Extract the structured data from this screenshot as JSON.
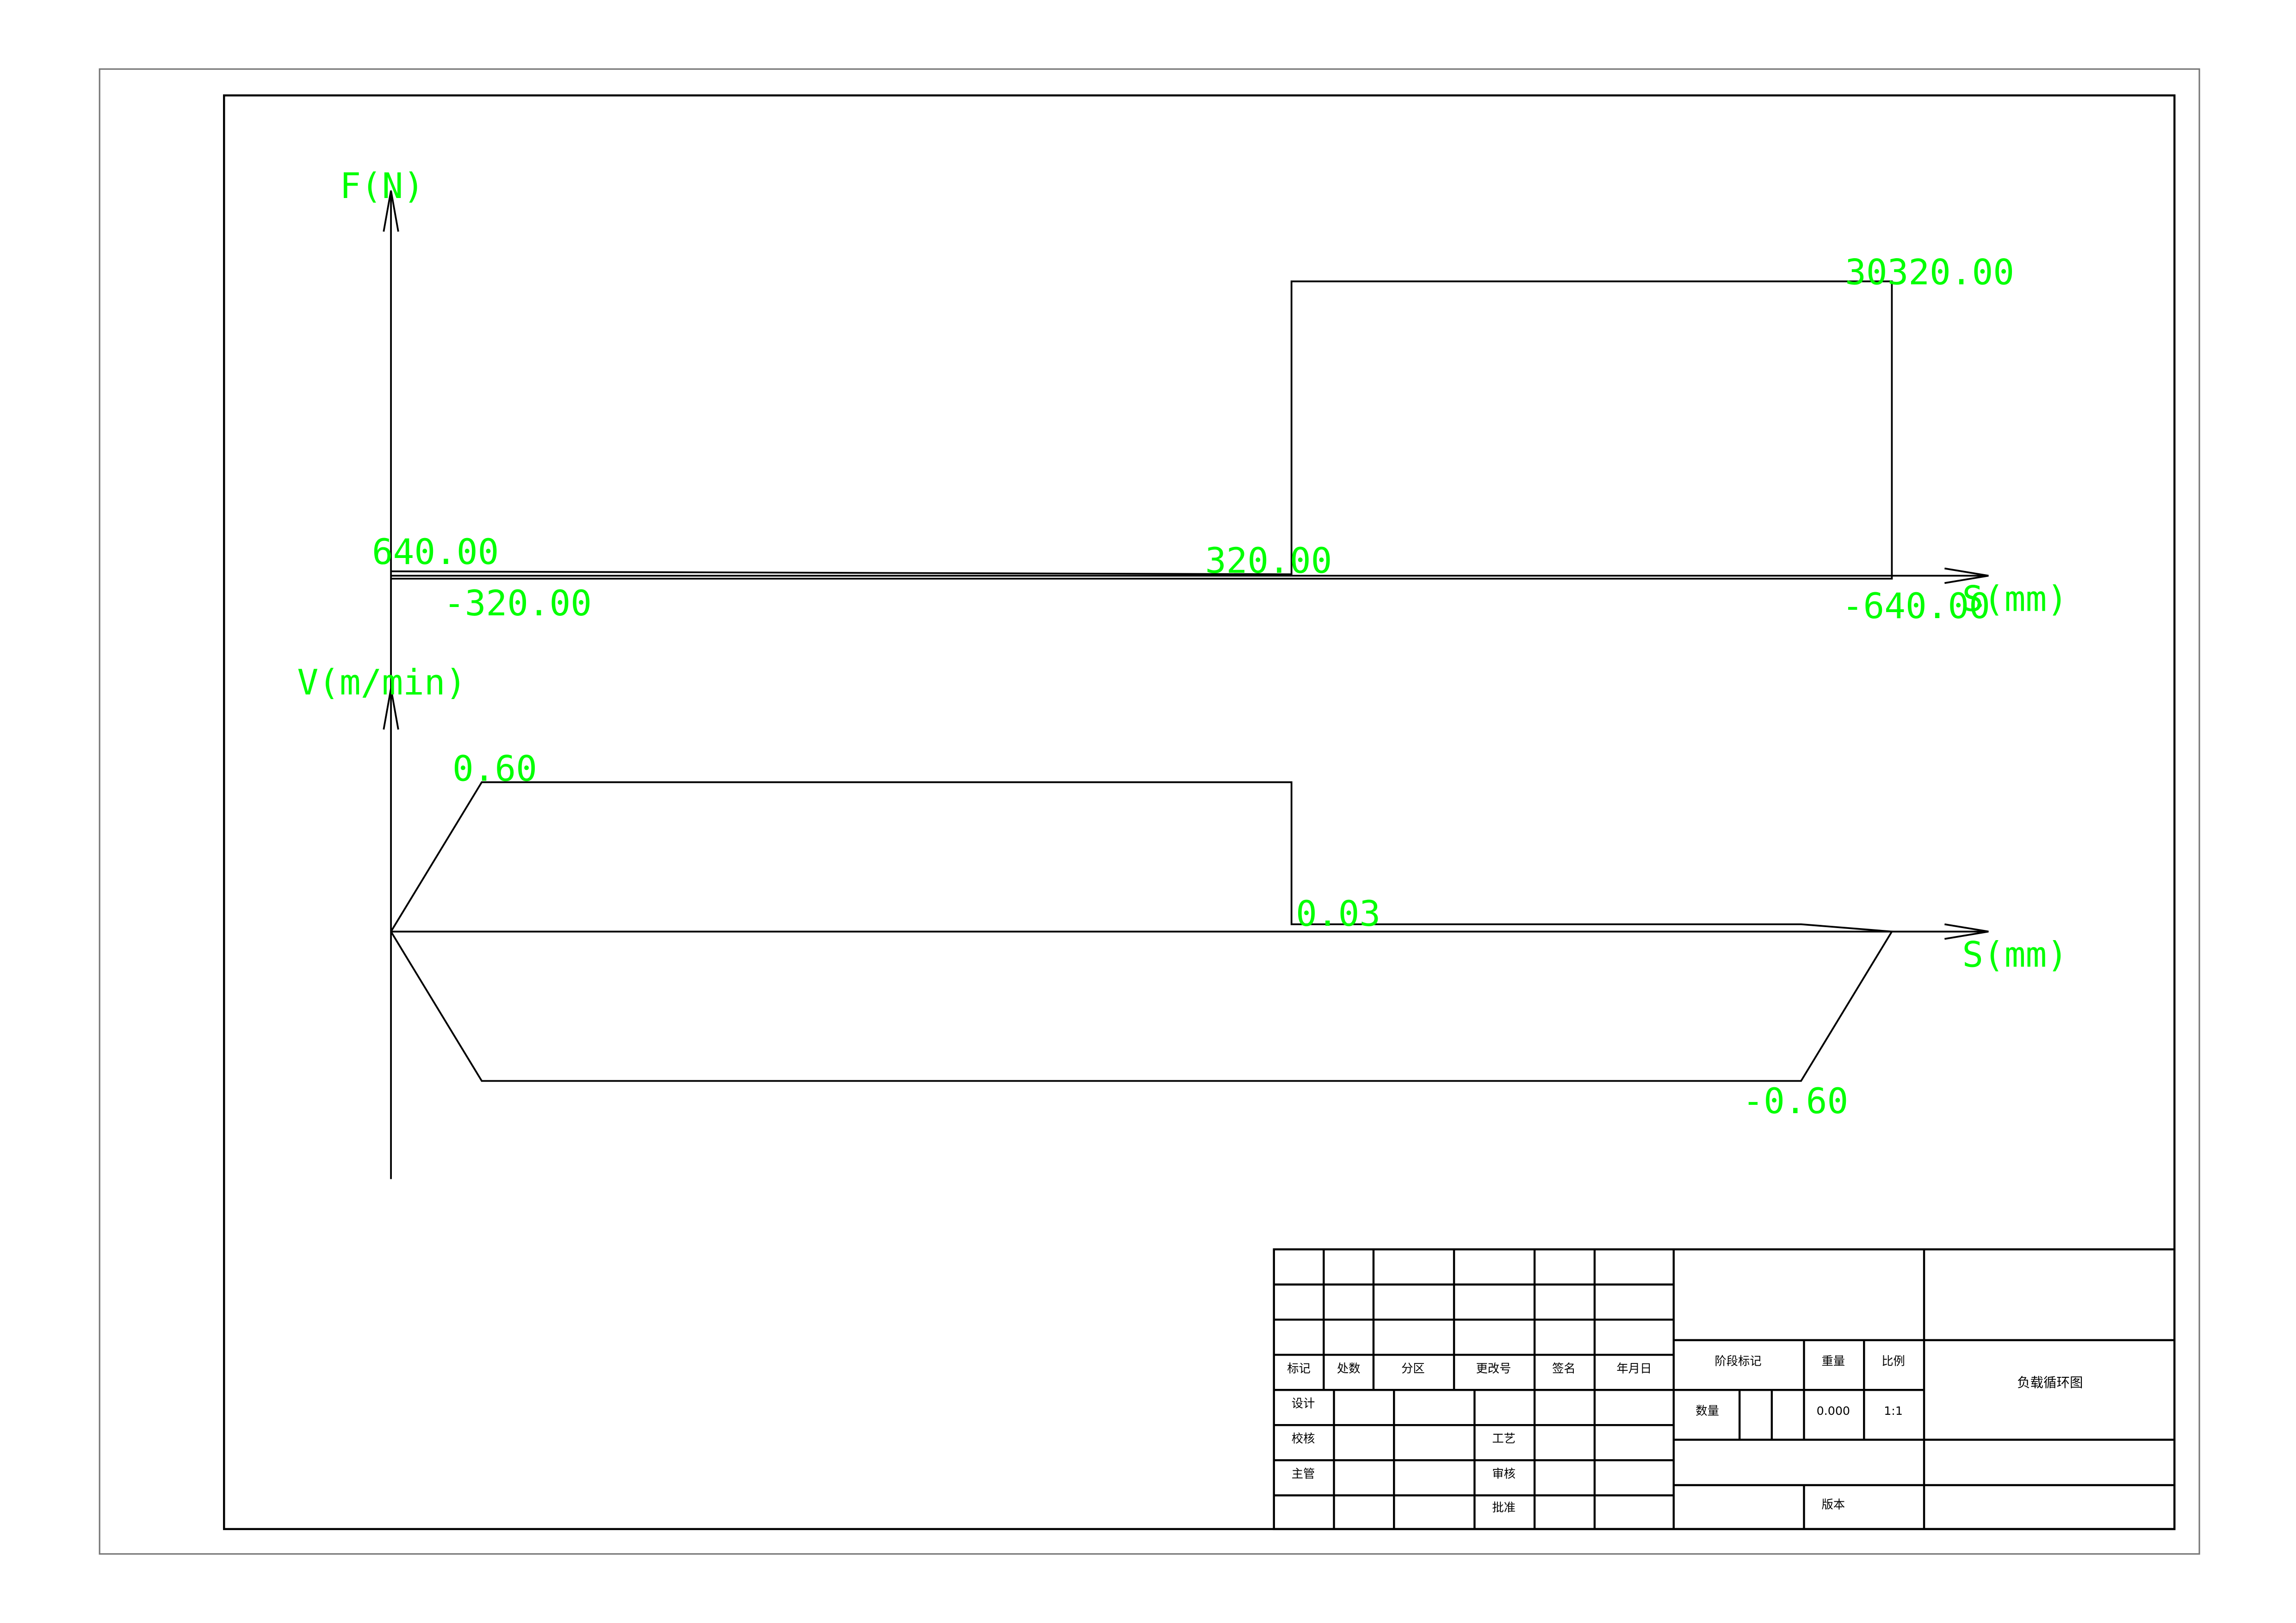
{
  "force_chart": {
    "y_axis_label": "F(N)",
    "x_axis_label": "S(mm)",
    "labels": {
      "start": "640.00",
      "start_return": "-320.00",
      "mid": "320.00",
      "peak": "30320.00",
      "end": "-640.00"
    }
  },
  "velocity_chart": {
    "y_axis_label": "V(m/min)",
    "x_axis_label": "S(mm)",
    "labels": {
      "fast_forward": "0.60",
      "work_feed": "0.03",
      "fast_return": "-0.60"
    }
  },
  "title_block": {
    "headers": [
      "标记",
      "处数",
      "分区",
      "更改号",
      "签名",
      "年月日"
    ],
    "design": "设计",
    "check": "校核",
    "supervisor": "主管",
    "process": "工艺",
    "review": "审核",
    "approve": "批准",
    "stage_mark": "阶段标记",
    "weight": "重量",
    "scale": "比例",
    "quantity": "数量",
    "weight_value": "0.000",
    "scale_value": "1:1",
    "version": "版本",
    "drawing_title": "负载循环图"
  },
  "colors": {
    "annotation": "#00ff00",
    "lines": "#000000"
  }
}
